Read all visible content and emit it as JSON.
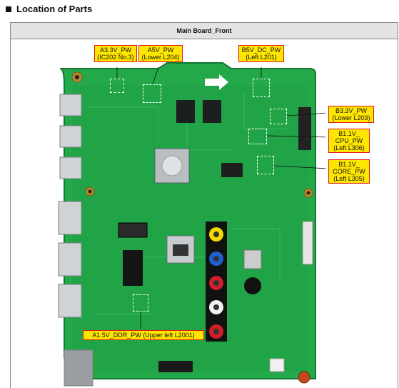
{
  "section": {
    "title": "Location of Parts"
  },
  "figure": {
    "title": "Main Board_Front"
  },
  "callouts": {
    "a33v": {
      "line1": "A3.3V_PW",
      "line2": "(IC202 No.3)"
    },
    "a5v": {
      "line1": "A5V_PW",
      "line2": "(Lower L204)"
    },
    "b5v": {
      "line1": "B5V_DC_PW",
      "line2": "(Left L201)"
    },
    "b33v": {
      "line1": "B3.3V_PW",
      "line2": "(Lower L203)"
    },
    "b11cpu": {
      "line1": "B1.1V_",
      "line2": "CPU_PW",
      "line3": "(Left L306)"
    },
    "b11core": {
      "line1": "B1.1V_",
      "line2": "CORE_PW",
      "line3": "(Left L305)"
    },
    "a15ddr": {
      "line1": "A1.5V_DDR_PW (Upper left L2001)"
    }
  },
  "colors": {
    "pcb": "#23a84a",
    "callout_fill": "#ffe600",
    "callout_border": "#e01818"
  }
}
